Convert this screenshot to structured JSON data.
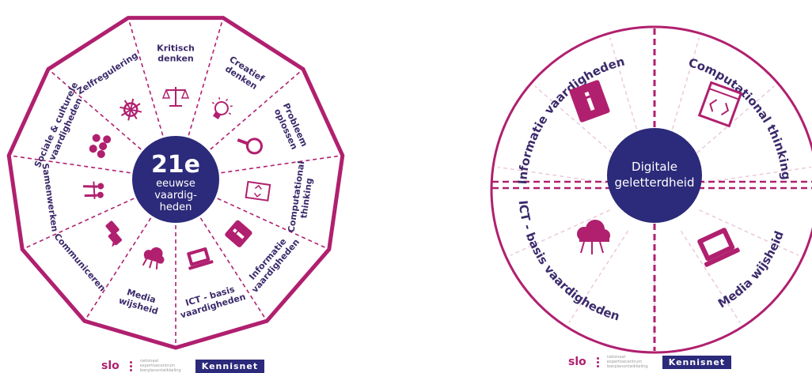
{
  "left_diagram": {
    "center": {
      "line1": "21e",
      "line2": "eeuwse",
      "line3": "vaardig-",
      "line4": "heden"
    },
    "segments": [
      {
        "lines": [
          "Kritisch",
          "denken"
        ],
        "icon": "scales-icon"
      },
      {
        "lines": [
          "Creatief",
          "denken"
        ],
        "icon": "lightbulb-icon"
      },
      {
        "lines": [
          "Probleem",
          "oplossen"
        ],
        "icon": "magnifier-icon"
      },
      {
        "lines": [
          "Computational",
          "thinking"
        ],
        "icon": "code-window-icon"
      },
      {
        "lines": [
          "Informatie",
          "vaardigheden"
        ],
        "icon": "info-square-icon"
      },
      {
        "lines": [
          "ICT - basis",
          "vaardigheden"
        ],
        "icon": "laptop-icon"
      },
      {
        "lines": [
          "Media",
          "wijsheid"
        ],
        "icon": "media-cloud-icon"
      },
      {
        "lines": [
          "Communiceren"
        ],
        "icon": "speech-bubbles-icon"
      },
      {
        "lines": [
          "Samenwerken"
        ],
        "icon": "people-icon"
      },
      {
        "lines": [
          "Sociale & culturele",
          "vaardigheden"
        ],
        "icon": "group-icon"
      },
      {
        "lines": [
          "Zelfregulering"
        ],
        "icon": "ship-wheel-icon"
      }
    ]
  },
  "right_diagram": {
    "center": {
      "line1": "Digitale",
      "line2": "geletterdheid"
    },
    "quadrants": [
      {
        "label": "Informatie vaardigheden",
        "icon": "info-square-icon"
      },
      {
        "label": "Computational thinking",
        "icon": "code-window-icon"
      },
      {
        "label": "ICT - basis vaardigheden",
        "icon": "laptop-icon"
      },
      {
        "label": "Media wijsheid",
        "icon": "media-cloud-icon"
      }
    ]
  },
  "footer": {
    "slo": "slo",
    "slo_sub": "nationaal expertisecentrum leerplanontwikkeling",
    "kennisnet": "Kennisnet"
  },
  "colors": {
    "magenta": "#b0206f",
    "navy": "#2c2a7a",
    "text": "#3b2a6b",
    "faded": "#ecc9dc"
  }
}
